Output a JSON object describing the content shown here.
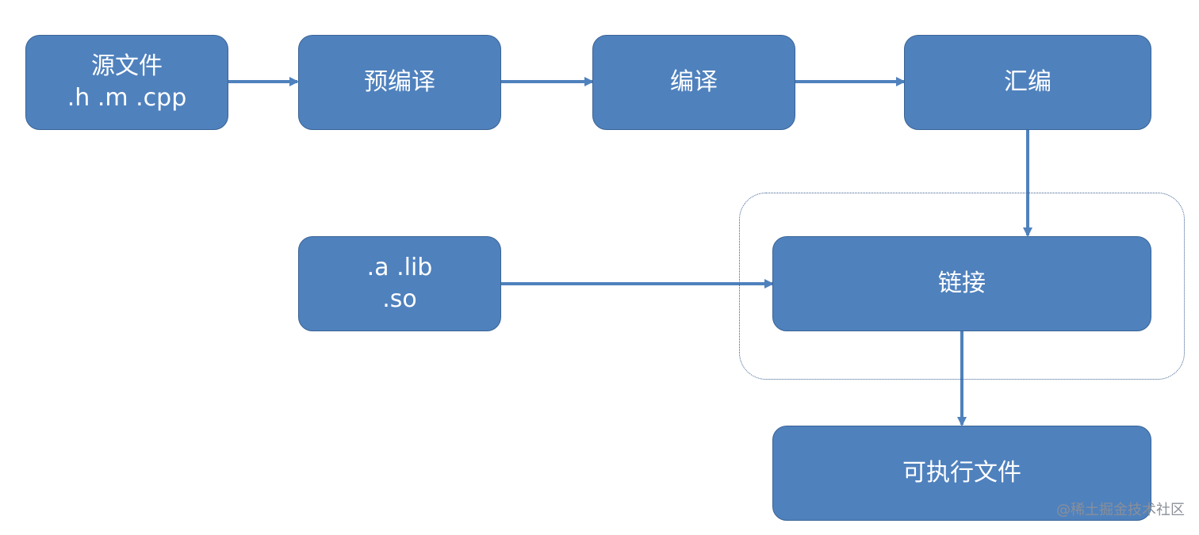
{
  "diagram": {
    "nodes": {
      "source": {
        "line1": "源文件",
        "line2": ".h .m .cpp"
      },
      "preprocess": {
        "label": "预编译"
      },
      "compile": {
        "label": "编译"
      },
      "assemble": {
        "label": "汇编"
      },
      "libs": {
        "line1": ".a .lib",
        "line2": ".so"
      },
      "link": {
        "label": "链接"
      },
      "executable": {
        "label": "可执行文件"
      }
    },
    "edges": [
      {
        "from": "source",
        "to": "preprocess"
      },
      {
        "from": "preprocess",
        "to": "compile"
      },
      {
        "from": "compile",
        "to": "assemble"
      },
      {
        "from": "assemble",
        "to": "link"
      },
      {
        "from": "libs",
        "to": "link"
      },
      {
        "from": "link",
        "to": "executable"
      }
    ],
    "colors": {
      "node_fill": "#4f81bd",
      "node_border": "#3a6496",
      "arrow": "#4f81bd",
      "group_border": "#3a5f8f"
    }
  },
  "watermark": "@稀土掘金技术社区"
}
